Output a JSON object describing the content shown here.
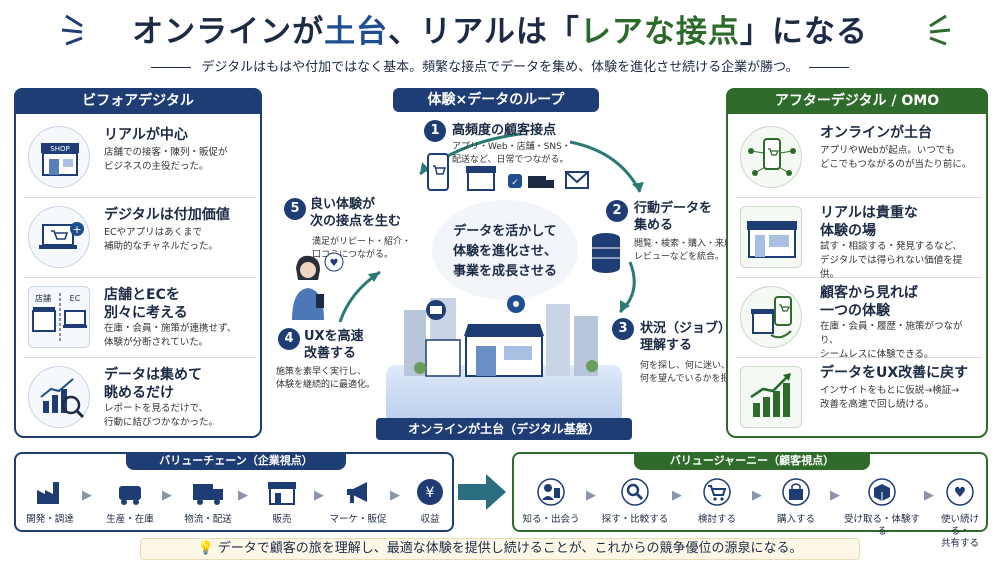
{
  "header": {
    "title_part1": "オンラインが",
    "title_hl1": "土台",
    "title_part2": "、リアルは「",
    "title_hl2": "レアな接点",
    "title_part3": "」になる",
    "subtitle": "デジタルはもはや付加ではなく基本。頻繁な接点でデータを集め、体験を進化させ続ける企業が勝つ。"
  },
  "before": {
    "heading": "ビフォアデジタル",
    "items": [
      {
        "icon": "storefront-icon",
        "sign": "SHOP",
        "title": "リアルが中心",
        "desc": "店舗での接客・陳列・販促が\nビジネスの主役だった。"
      },
      {
        "icon": "laptop-cart-icon",
        "title": "デジタルは付加価値",
        "desc": "ECやアプリはあくまで\n補助的なチャネルだった。"
      },
      {
        "icon": "store-ec-split-icon",
        "store_label": "店舗",
        "ec_label": "EC",
        "title": "店舗とECを\n別々に考える",
        "desc": "在庫・会員・施策が連携せず、\n体験が分断されていた。"
      },
      {
        "icon": "chart-magnifier-icon",
        "title": "データは集めて\n眺めるだけ",
        "desc": "レポートを見るだけで、\n行動に結びつかなかった。"
      }
    ]
  },
  "loop": {
    "heading": "体験×データのループ",
    "center": "データを活かして\n体験を進化させ、\n事業を成長させる",
    "base": "オンラインが土台（デジタル基盤）",
    "steps": [
      {
        "num": "1",
        "title": "高頻度の顧客接点",
        "desc": "アプリ・Web・店舗・SNS・\n配送など、日常でつながる。"
      },
      {
        "num": "2",
        "title": "行動データを\n集める",
        "desc": "閲覧・検索・購入・来店・\nレビューなどを統合。"
      },
      {
        "num": "3",
        "title": "状況（ジョブ）を\n理解する",
        "desc": "何を探し、何に迷い、\n何を望んでいるかを把握。"
      },
      {
        "num": "4",
        "title": "UXを高速\n改善する",
        "desc": "施策を素早く実行し、\n体験を継続的に最適化。"
      },
      {
        "num": "5",
        "title": "良い体験が\n次の接点を生む",
        "desc": "満足がリピート・紹介・\n口コミにつながる。"
      }
    ]
  },
  "after": {
    "heading": "アフターデジタル / OMO",
    "items": [
      {
        "icon": "phone-network-icon",
        "title": "オンラインが土台",
        "desc": "アプリやWebが起点。いつでも\nどこでもつながるのが当たり前に。"
      },
      {
        "icon": "modern-store-icon",
        "title": "リアルは貴重な\n体験の場",
        "desc": "試す・相談する・発見するなど、\nデジタルでは得られない価値を提供。"
      },
      {
        "icon": "phone-store-icon",
        "title": "顧客から見れば\n一つの体験",
        "desc": "在庫・会員・履歴・施策がつながり、\nシームレスに体験できる。"
      },
      {
        "icon": "growth-chart-icon",
        "title": "データをUX改善に戻す",
        "desc": "インサイトをもとに仮説→検証→\n改善を高速で回し続ける。"
      }
    ]
  },
  "value_chain": {
    "heading": "バリューチェーン（企業視点）",
    "steps": [
      {
        "icon": "factory-icon",
        "label": "開発・調達"
      },
      {
        "icon": "truck-icon",
        "label": "生産・在庫"
      },
      {
        "icon": "delivery-truck-icon",
        "label": "物流・配送"
      },
      {
        "icon": "shop-icon",
        "label": "販売"
      },
      {
        "icon": "megaphone-icon",
        "label": "マーケ・販促"
      },
      {
        "icon": "yen-icon",
        "label": "収益"
      }
    ]
  },
  "value_journey": {
    "heading": "バリュージャーニー（顧客視点）",
    "steps": [
      {
        "icon": "person-phone-icon",
        "label": "知る・出会う"
      },
      {
        "icon": "search-icon",
        "label": "探す・比較する"
      },
      {
        "icon": "cart-icon",
        "label": "検討する"
      },
      {
        "icon": "bag-icon",
        "label": "購入する"
      },
      {
        "icon": "package-icon",
        "label": "受け取る・体験する"
      },
      {
        "icon": "heart-icon",
        "label": "使い続ける・\n共有する"
      }
    ]
  },
  "footer": {
    "icon": "lightbulb-icon",
    "text": "データで顧客の旅を理解し、最適な体験を提供し続けることが、これからの競争優位の源泉になる。"
  },
  "colors": {
    "navy": "#1f3d75",
    "green": "#2f6b2b",
    "accent_blue": "#1f4e8f"
  }
}
